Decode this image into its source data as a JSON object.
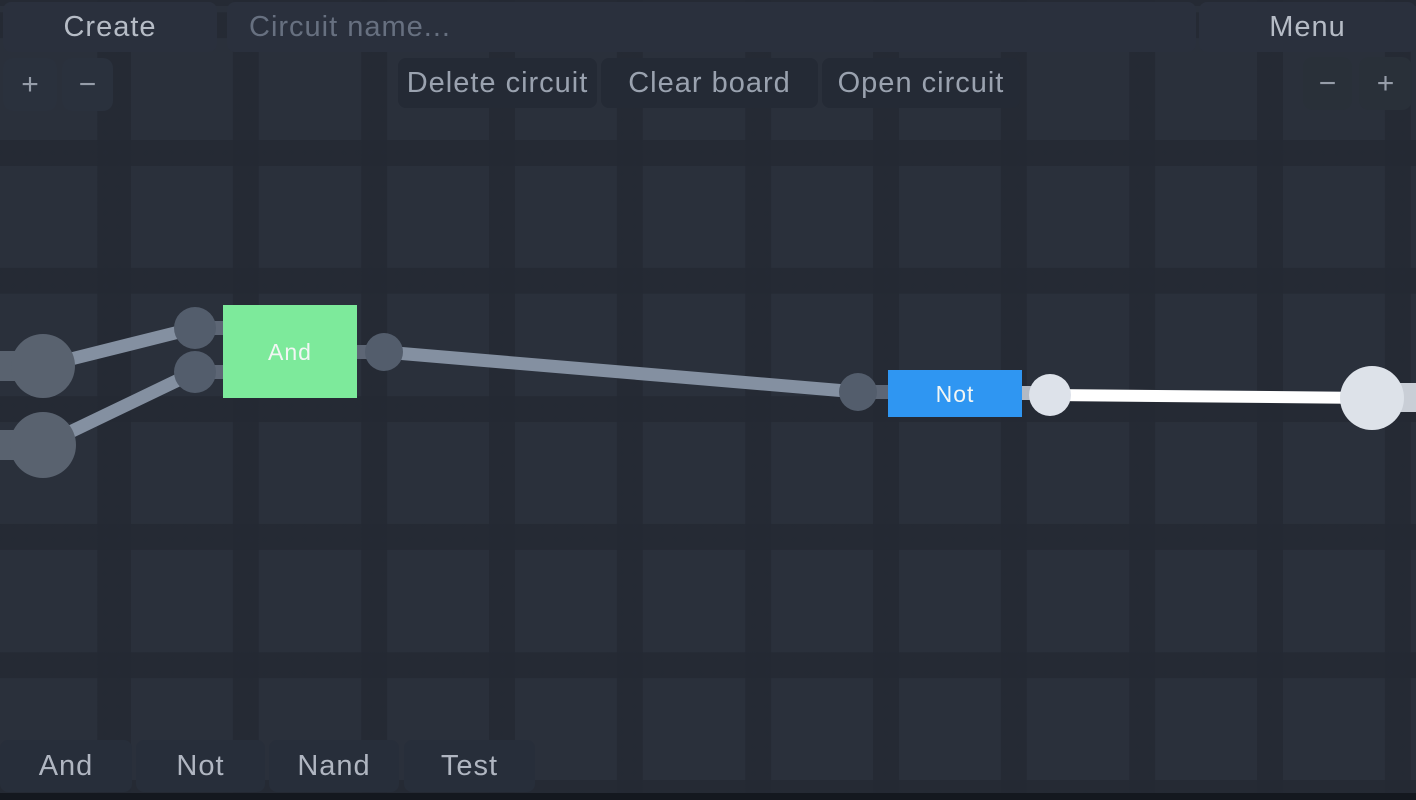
{
  "header": {
    "create_label": "Create",
    "circuit_name_placeholder": "Circuit name...",
    "menu_label": "Menu"
  },
  "toolbar": {
    "delete_label": "Delete circuit",
    "clear_label": "Clear board",
    "open_label": "Open circuit"
  },
  "zoom": {
    "left": {
      "plus": "+",
      "minus": "−"
    },
    "right": {
      "minus": "−",
      "plus": "+"
    }
  },
  "palette": {
    "items": [
      {
        "label": "And"
      },
      {
        "label": "Not"
      },
      {
        "label": "Nand"
      },
      {
        "label": "Test"
      }
    ]
  },
  "circuit": {
    "gates": [
      {
        "type": "and",
        "label": "And",
        "color": "#7dea9b"
      },
      {
        "type": "not",
        "label": "Not",
        "color": "#2f96f2"
      }
    ],
    "colors": {
      "wire_inactive": "#8490a1",
      "wire_active": "#ffffff",
      "node_inactive": "#535d6c",
      "terminal_inactive": "#59626f",
      "node_active": "#dde2ea",
      "terminal_active": "#dde2e9",
      "stub_active": "#c9ced6",
      "connector_inactive": "#5d6675",
      "connector_active": "#b3bac4"
    }
  }
}
